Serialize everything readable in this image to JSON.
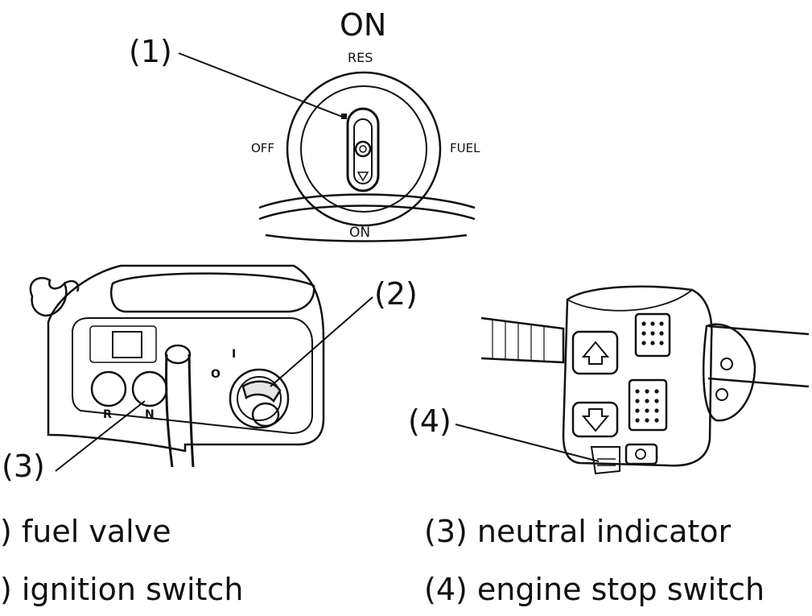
{
  "fuel_valve_panel": {
    "position_top": "ON",
    "dial_res": "RES",
    "dial_off": "OFF",
    "dial_fuel": "FUEL",
    "dial_on": "ON"
  },
  "callouts": {
    "c1": "(1)",
    "c2": "(2)",
    "c3": "(3)",
    "c4": "(4)"
  },
  "dash_panel": {
    "lamp_r": "R",
    "lamp_n": "N",
    "key_off": "O",
    "key_on": "I"
  },
  "legend": [
    {
      "text": ") fuel valve"
    },
    {
      "text": ") ignition switch"
    },
    {
      "text": "(3) neutral indicator"
    },
    {
      "text": "(4) engine stop switch"
    }
  ],
  "colors": {
    "ink": "#111111",
    "paper": "#ffffff",
    "shade": "#e6e6e6"
  }
}
